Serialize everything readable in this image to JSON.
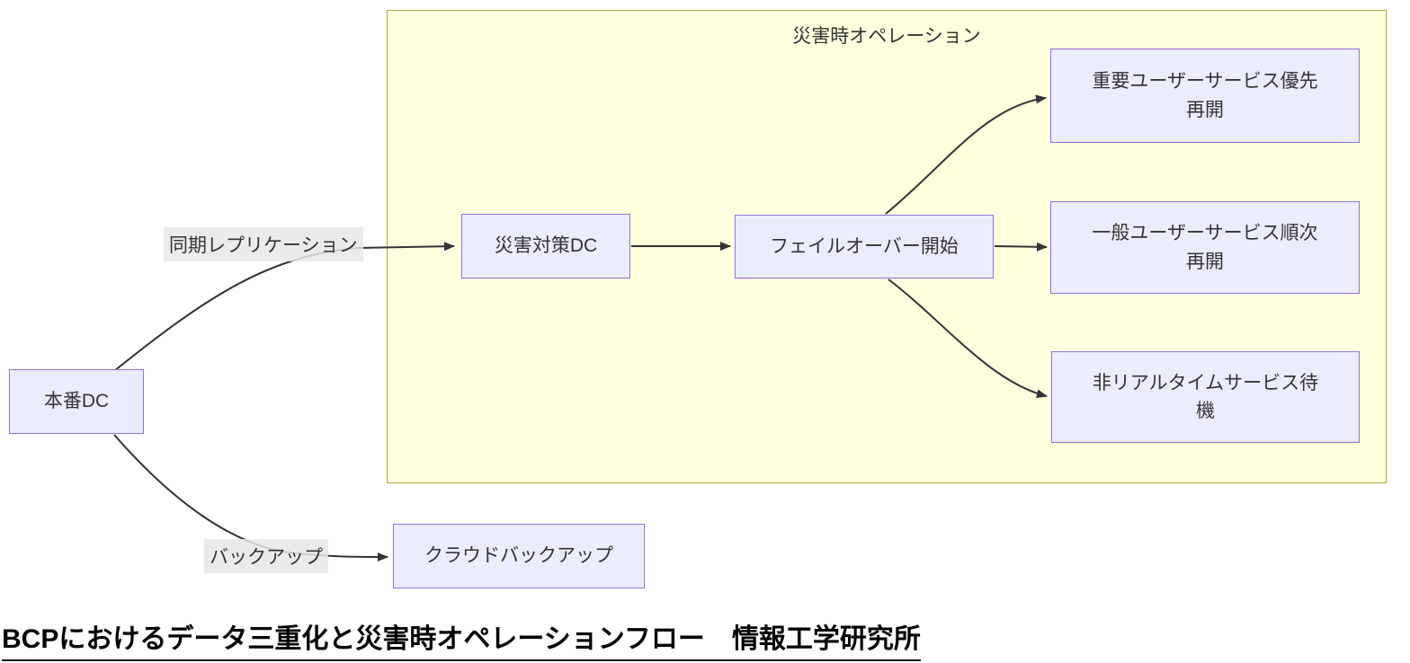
{
  "diagram": {
    "type": "flowchart",
    "direction": "left-to-right",
    "cluster": {
      "label": "災害時オペレーション"
    },
    "nodes": {
      "production_dc": {
        "label": "本番DC"
      },
      "dr_dc": {
        "label": "災害対策DC"
      },
      "failover_start": {
        "label": "フェイルオーバー開始"
      },
      "critical_services": {
        "label": "重要ユーザーサービス優先\n再開"
      },
      "general_services": {
        "label": "一般ユーザーサービス順次\n再開"
      },
      "non_realtime_services": {
        "label": "非リアルタイムサービス待\n機"
      },
      "cloud_backup": {
        "label": "クラウドバックアップ"
      }
    },
    "edge_labels": {
      "sync_replication": "同期レプリケーション",
      "backup": "バックアップ"
    },
    "edges": [
      {
        "from": "本番DC",
        "to": "災害対策DC",
        "label": "同期レプリケーション"
      },
      {
        "from": "災害対策DC",
        "to": "フェイルオーバー開始",
        "label": ""
      },
      {
        "from": "フェイルオーバー開始",
        "to": "重要ユーザーサービス優先再開",
        "label": ""
      },
      {
        "from": "フェイルオーバー開始",
        "to": "一般ユーザーサービス順次再開",
        "label": ""
      },
      {
        "from": "フェイルオーバー開始",
        "to": "非リアルタイムサービス待機",
        "label": ""
      },
      {
        "from": "本番DC",
        "to": "クラウドバックアップ",
        "label": "バックアップ"
      }
    ],
    "caption": "BCPにおけるデータ三重化と災害時オペレーションフロー　情報工学研究所",
    "colors": {
      "node_fill": "#ECECFF",
      "node_border": "#9370DB",
      "cluster_fill": "#FFFFDE",
      "cluster_border": "#AAAA33",
      "edge_stroke": "#333333",
      "edge_label_bg": "#E8E8E8",
      "text": "#333333",
      "caption_text": "#000000"
    }
  }
}
